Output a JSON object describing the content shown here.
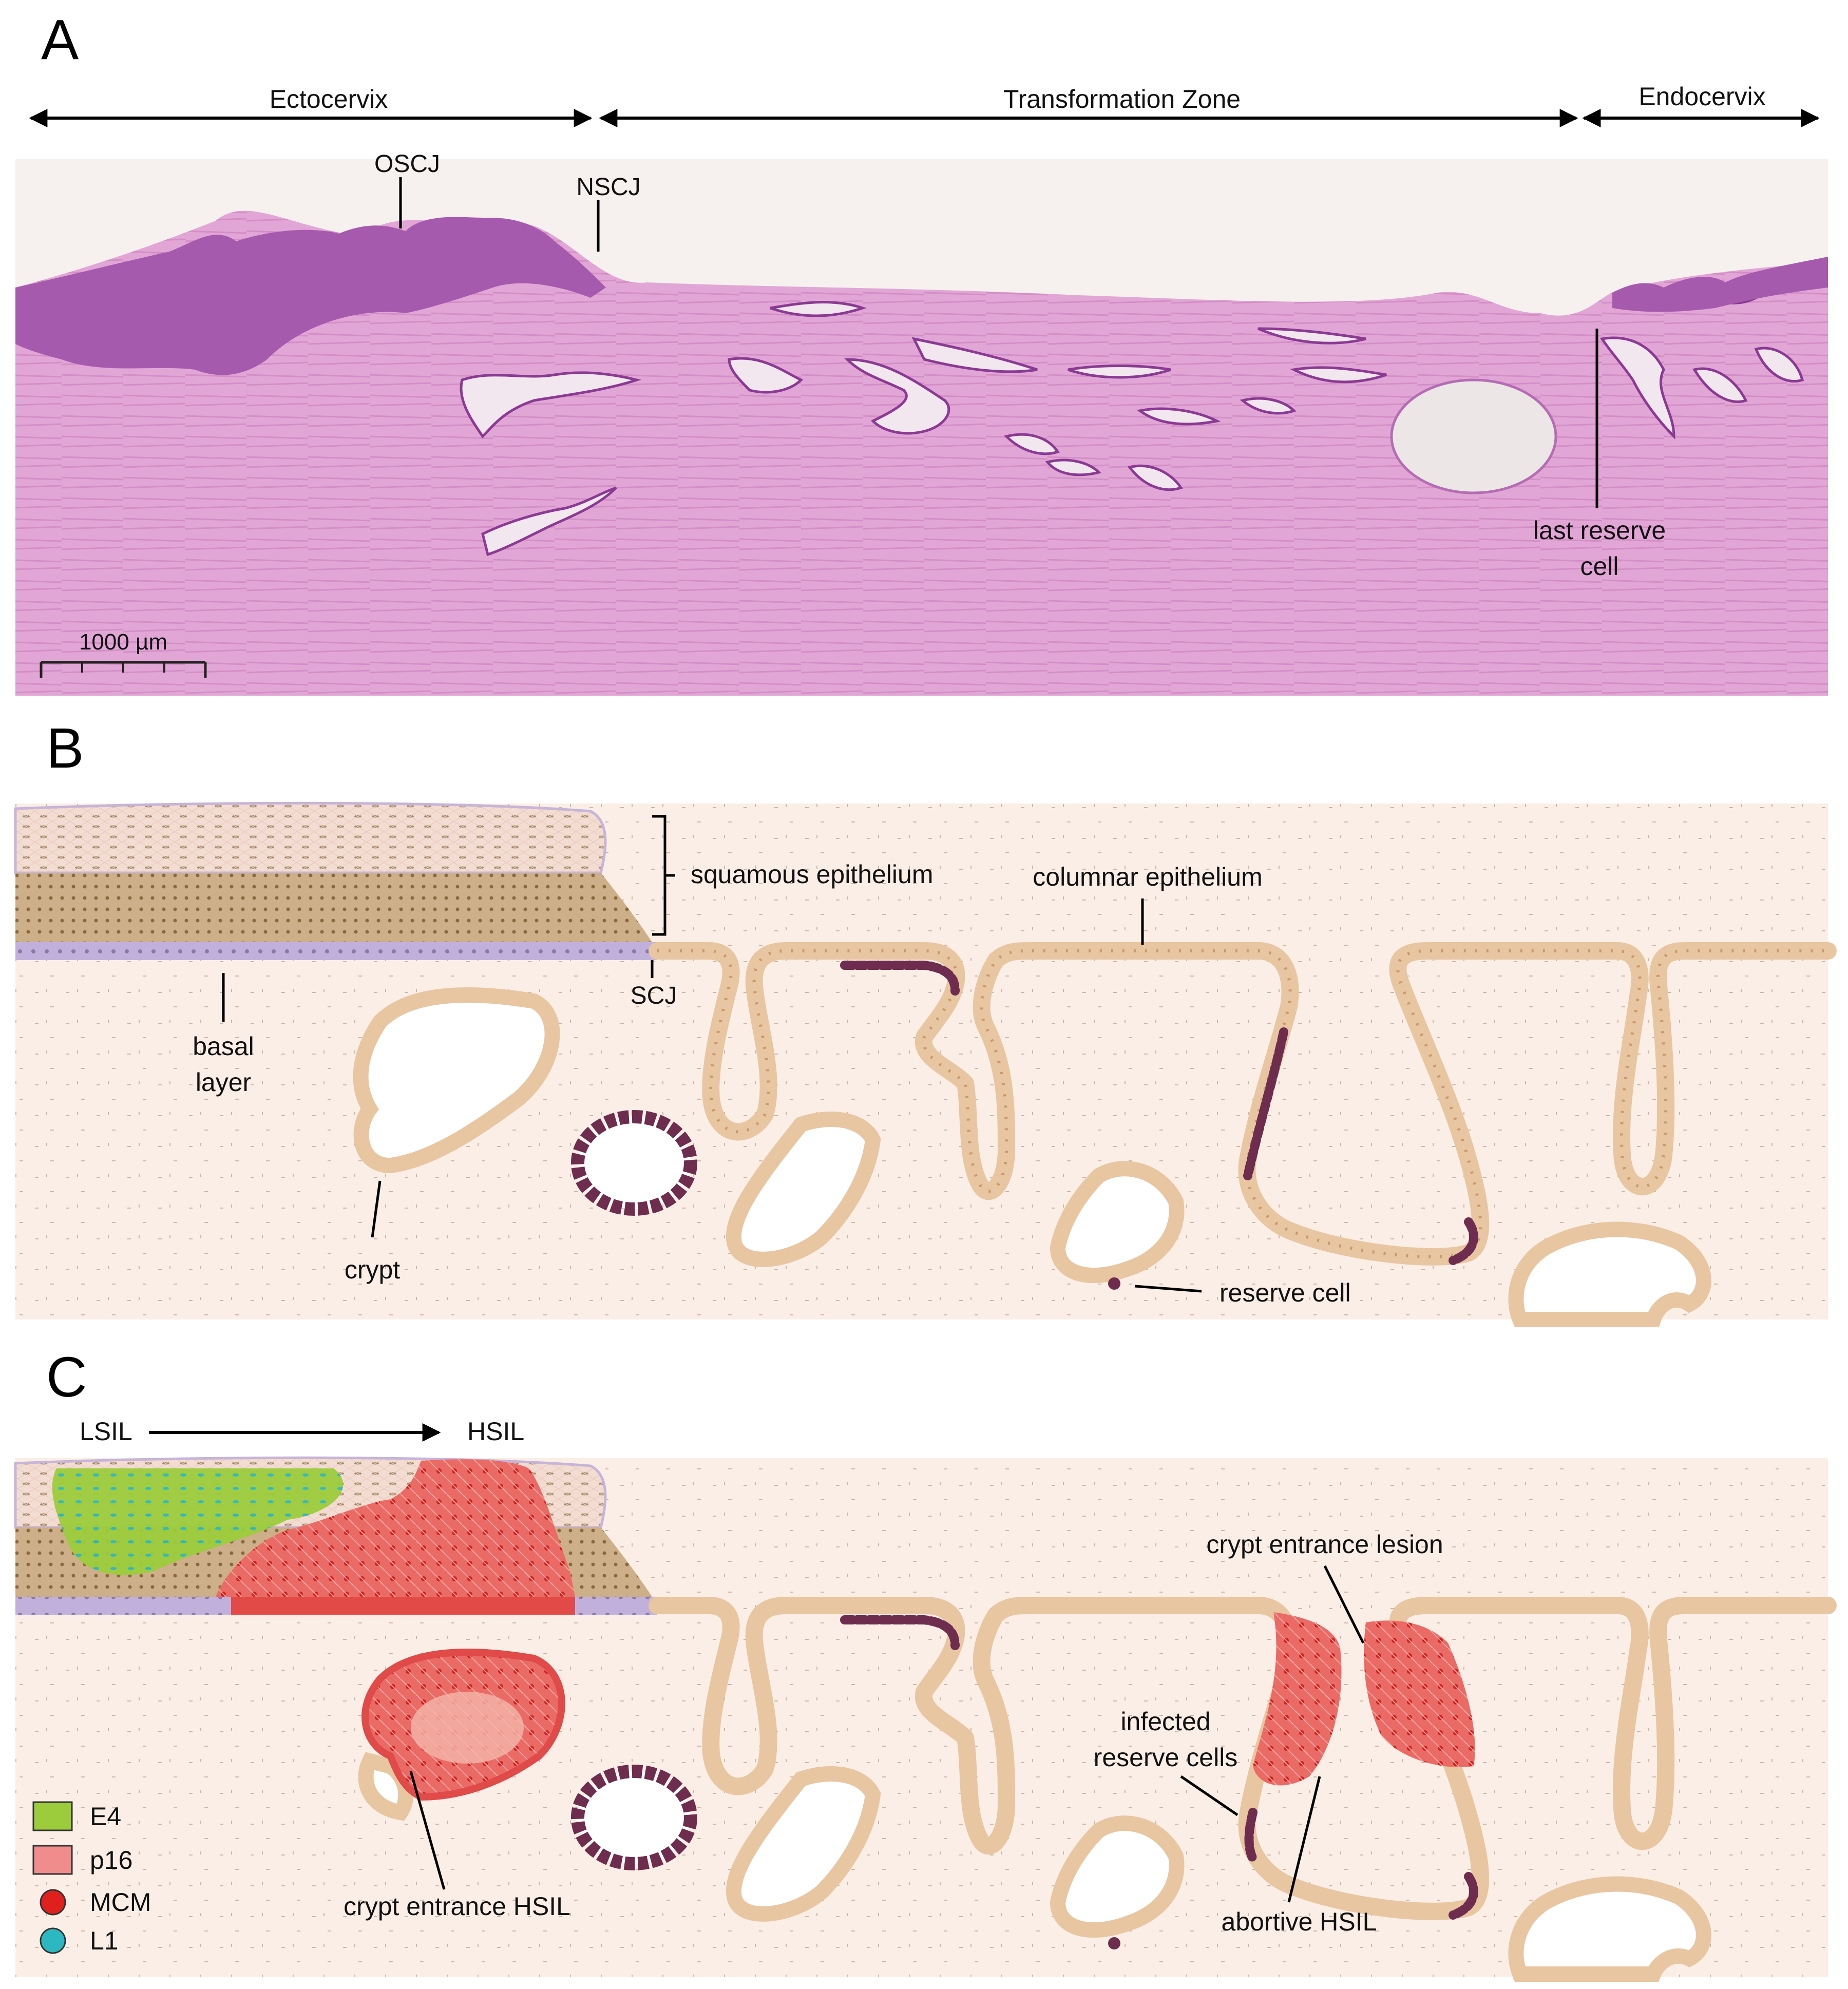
{
  "panels": {
    "a": {
      "letter": "A",
      "regions": [
        "Ectocervix",
        "Transformation Zone",
        "Endocervix"
      ],
      "annotations": {
        "oscj": "OSCJ",
        "nscj": "NSCJ",
        "last_reserve_cell_line1": "last reserve",
        "last_reserve_cell_line2": "cell"
      },
      "scale_bar": "1000 µm"
    },
    "b": {
      "letter": "B",
      "annotations": {
        "squamous": "squamous epithelium",
        "columnar": "columnar epithelium",
        "scj": "SCJ",
        "basal_line1": "basal",
        "basal_line2": "layer",
        "crypt": "crypt",
        "reserve_cell": "reserve cell"
      }
    },
    "c": {
      "letter": "C",
      "progression": {
        "from": "LSIL",
        "to": "HSIL"
      },
      "annotations": {
        "crypt_entrance_lesion": "crypt entrance lesion",
        "infected_line1": "infected",
        "infected_line2": "reserve cells",
        "crypt_entrance_hsil": "crypt entrance HSIL",
        "abortive_hsil": "abortive HSIL"
      },
      "legend": [
        {
          "label": "E4",
          "color": "#9ccc3c",
          "shape": "square"
        },
        {
          "label": "p16",
          "color": "#f08c8c",
          "shape": "square"
        },
        {
          "label": "MCM",
          "color": "#e0201c",
          "shape": "circle"
        },
        {
          "label": "L1",
          "color": "#2cb8c0",
          "shape": "circle"
        }
      ]
    }
  },
  "colors": {
    "he_stroma": "#dfa0d4",
    "he_epithelium": "#a24aa6",
    "stroma": "#fbeee6",
    "columnar_cells": "#e9c8a6",
    "squamous_top": "#f1d6cc",
    "squamous_bottom": "#cdb089",
    "basal": "#c2b0dc",
    "reserve": "#6e2c4e",
    "lesion": "#e85a5a"
  }
}
